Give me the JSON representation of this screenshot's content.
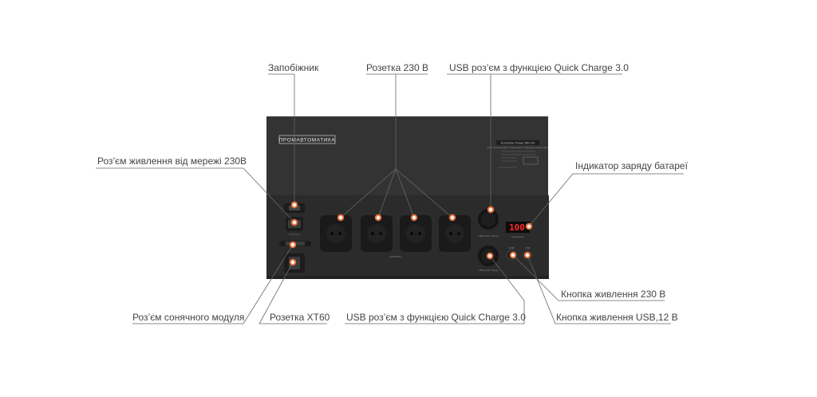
{
  "device": {
    "brand": "ПРОМАВТОМАТИКА",
    "panel_title": "Sunshine Power 800 Sh",
    "panel_subtitle": "Блок безперебійного живлення з гібридним інвертором",
    "display_value": "100",
    "display_caption": "акумулятор",
    "button_230_caption": "230В",
    "button_usb_caption": "USB",
    "sockets_caption": "230 В/50Гц",
    "usb_top_caption": "USB Quick Charge",
    "usb_bottom_caption": "USB Quick Charge"
  },
  "labels": {
    "fuse": "Запобіжник",
    "socket_230": "Розетка 230 В",
    "usb_qc_top": "USB роз’єм з функцією Quick Charge 3.0",
    "mains_input": "Роз’єм живлення від мережі 230В",
    "battery_indicator": "Індикатор заряду батареї",
    "power_button_230": "Кнопка живлення 230 В",
    "power_button_usb": "Кнопка живлення USB,12 В",
    "usb_qc_bottom": "USB роз’єм з функцією Quick Charge 3.0",
    "xt60": "Розетка XT60",
    "solar": "Роз’єм сонячного модуля"
  },
  "colors": {
    "body": "#2c2c2c",
    "top_panel": "#333333",
    "marker": "#e8733a",
    "display": "#ff2a2a",
    "leader": "#666666"
  }
}
